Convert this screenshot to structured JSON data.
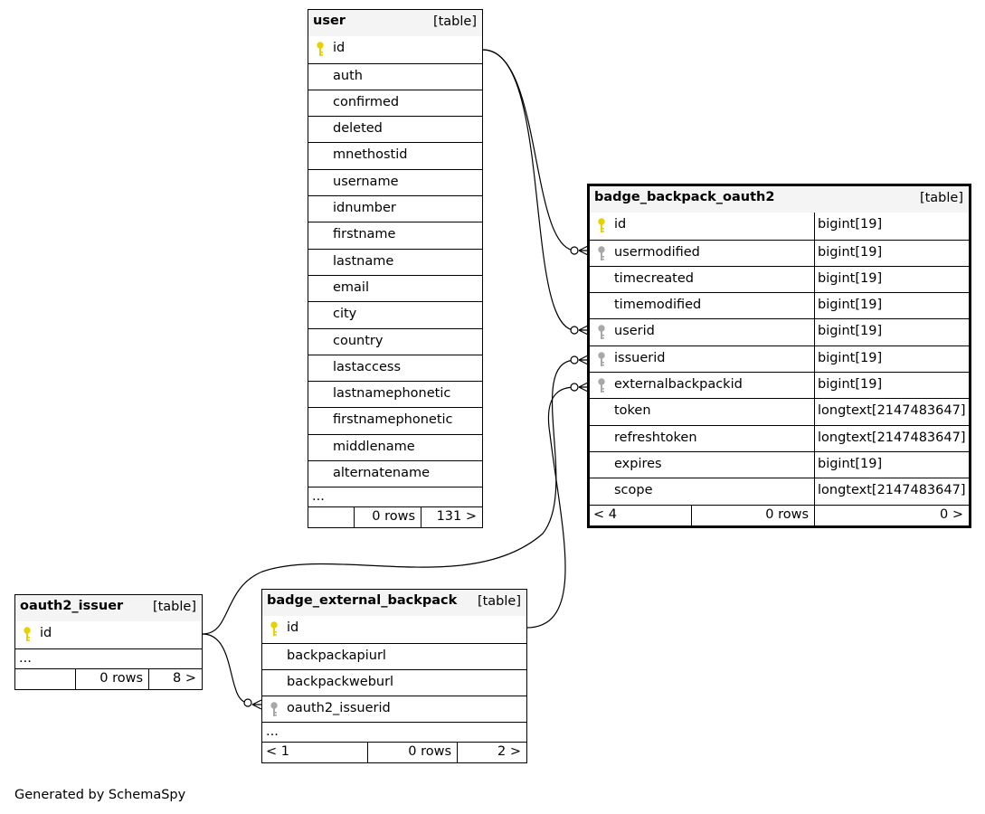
{
  "colors": {
    "primary_key": "#e6d200",
    "foreign_key": "#a8a8a8",
    "header_bg": "#f4f4f4"
  },
  "icons": {
    "primary": "key-icon",
    "foreign": "key-icon"
  },
  "tables": {
    "user": {
      "name": "user",
      "kind": "[table]",
      "columns": [
        "id",
        "auth",
        "confirmed",
        "deleted",
        "mnethostid",
        "username",
        "idnumber",
        "firstname",
        "lastname",
        "email",
        "city",
        "country",
        "lastaccess",
        "lastnamephonetic",
        "firstnamephonetic",
        "middlename",
        "alternatename"
      ],
      "more": "...",
      "rows": "0 rows",
      "children": "131 >"
    },
    "backpack_oauth2": {
      "name": "badge_backpack_oauth2",
      "kind": "[table]",
      "columns": [
        {
          "name": "id",
          "type": "bigint[19]",
          "key": "primary"
        },
        {
          "name": "usermodified",
          "type": "bigint[19]",
          "key": "foreign"
        },
        {
          "name": "timecreated",
          "type": "bigint[19]",
          "key": ""
        },
        {
          "name": "timemodified",
          "type": "bigint[19]",
          "key": ""
        },
        {
          "name": "userid",
          "type": "bigint[19]",
          "key": "foreign"
        },
        {
          "name": "issuerid",
          "type": "bigint[19]",
          "key": "foreign"
        },
        {
          "name": "externalbackpackid",
          "type": "bigint[19]",
          "key": "foreign"
        },
        {
          "name": "token",
          "type": "longtext[2147483647]",
          "key": ""
        },
        {
          "name": "refreshtoken",
          "type": "longtext[2147483647]",
          "key": ""
        },
        {
          "name": "expires",
          "type": "bigint[19]",
          "key": ""
        },
        {
          "name": "scope",
          "type": "longtext[2147483647]",
          "key": ""
        }
      ],
      "parents": "< 4",
      "rows": "0 rows",
      "children": "0 >"
    },
    "oauth2_issuer": {
      "name": "oauth2_issuer",
      "kind": "[table]",
      "columns": [
        "id"
      ],
      "more": "...",
      "rows": "0 rows",
      "children": "8 >"
    },
    "external_backpack": {
      "name": "badge_external_backpack",
      "kind": "[table]",
      "columns": [
        "id",
        "backpackapiurl",
        "backpackweburl",
        "oauth2_issuerid"
      ],
      "more": "...",
      "parents": "< 1",
      "rows": "0 rows",
      "children": "2 >"
    }
  },
  "footer": {
    "generated_by": "Generated by SchemaSpy"
  }
}
